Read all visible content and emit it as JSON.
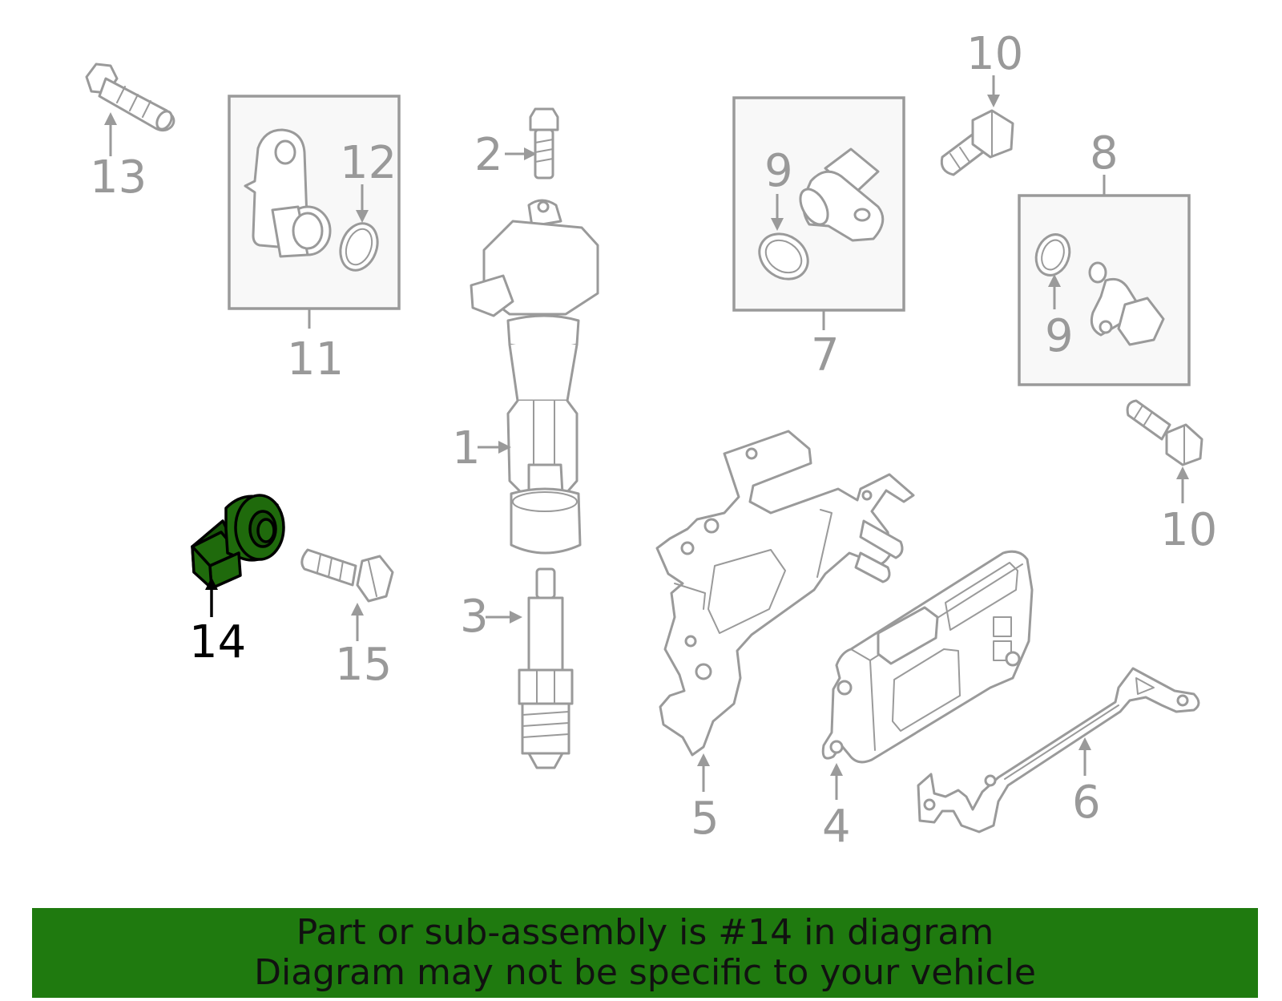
{
  "callouts": {
    "c1": "1",
    "c2": "2",
    "c3": "3",
    "c4": "4",
    "c5": "5",
    "c6": "6",
    "c7": "7",
    "c8": "8",
    "c9a": "9",
    "c9b": "9",
    "c10a": "10",
    "c10b": "10",
    "c11": "11",
    "c12": "12",
    "c13": "13",
    "c14": "14",
    "c15": "15"
  },
  "highlight": {
    "part": "14",
    "color": "#1f6a0c"
  },
  "banner": {
    "line1": "Part or sub-assembly is #14 in diagram",
    "line2": "Diagram may not be specific to your vehicle",
    "color": "#1f7a0f"
  },
  "icons": {
    "bolt_13": "bolt-icon",
    "cam_sensor_11": "camshaft-sensor-icon",
    "ignition_coil_1": "ignition-coil-icon",
    "spark_plug_3": "spark-plug-icon",
    "knock_sensor_14": "knock-sensor-icon",
    "ecm_4": "ecm-icon",
    "bracket_5": "bracket-icon",
    "bracket_6": "bracket-icon"
  }
}
